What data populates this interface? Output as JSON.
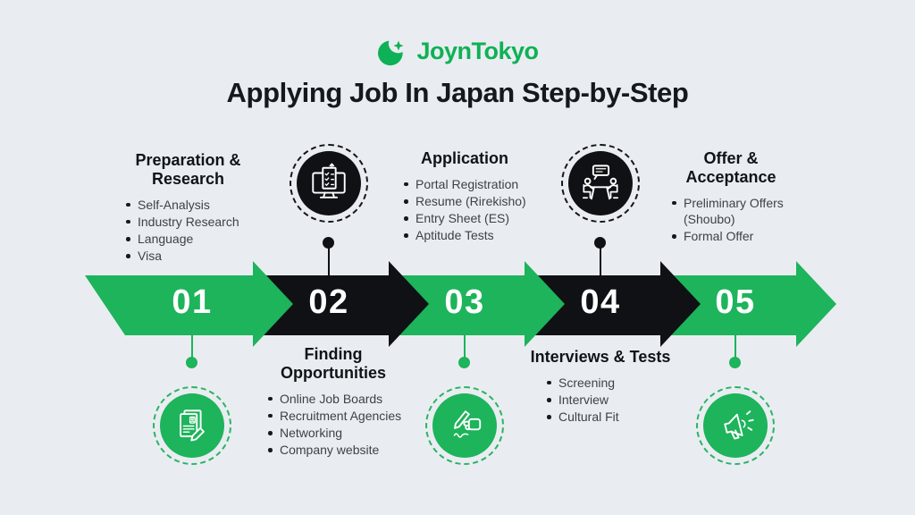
{
  "brand": {
    "name": "JoynTokyo",
    "logo_icon": "crescent-sparkle-icon",
    "logo_green": "#0fb156"
  },
  "title": "Applying Job In Japan Step-by-Step",
  "colors": {
    "green": "#1db45b",
    "black": "#101114",
    "background": "#e9edf1",
    "heading_text": "#15181c",
    "body_text": "#3c4247",
    "number_text": "#ffffff"
  },
  "steps": [
    {
      "number": "01",
      "heading": "Preparation & Research",
      "items": [
        "Self-Analysis",
        "Industry Research",
        "Language",
        "Visa"
      ],
      "arrow_color": "green",
      "icon": "resume-documents-pencil-icon",
      "text_position": "top",
      "icon_position": "bottom"
    },
    {
      "number": "02",
      "heading": "Finding Opportunities",
      "items": [
        "Online Job Boards",
        "Recruitment Agencies",
        "Networking",
        "Company website"
      ],
      "arrow_color": "black",
      "icon": "monitor-checklist-upload-icon",
      "text_position": "bottom",
      "icon_position": "top"
    },
    {
      "number": "03",
      "heading": "Application",
      "items": [
        "Portal Registration",
        "Resume (Rirekisho)",
        "Entry Sheet (ES)",
        "Aptitude Tests"
      ],
      "arrow_color": "green",
      "icon": "hand-signing-pen-icon",
      "text_position": "top",
      "icon_position": "bottom"
    },
    {
      "number": "04",
      "heading": "Interviews & Tests",
      "items": [
        "Screening",
        "Interview",
        "Cultural Fit"
      ],
      "arrow_color": "black",
      "icon": "interview-table-speech-bubble-icon",
      "text_position": "bottom",
      "icon_position": "top"
    },
    {
      "number": "05",
      "heading": "Offer & Acceptance",
      "items": [
        "Preliminary Offers (Shoubo)",
        "Formal Offer"
      ],
      "arrow_color": "green",
      "icon": "megaphone-announcement-icon",
      "text_position": "top",
      "icon_position": "bottom"
    }
  ]
}
